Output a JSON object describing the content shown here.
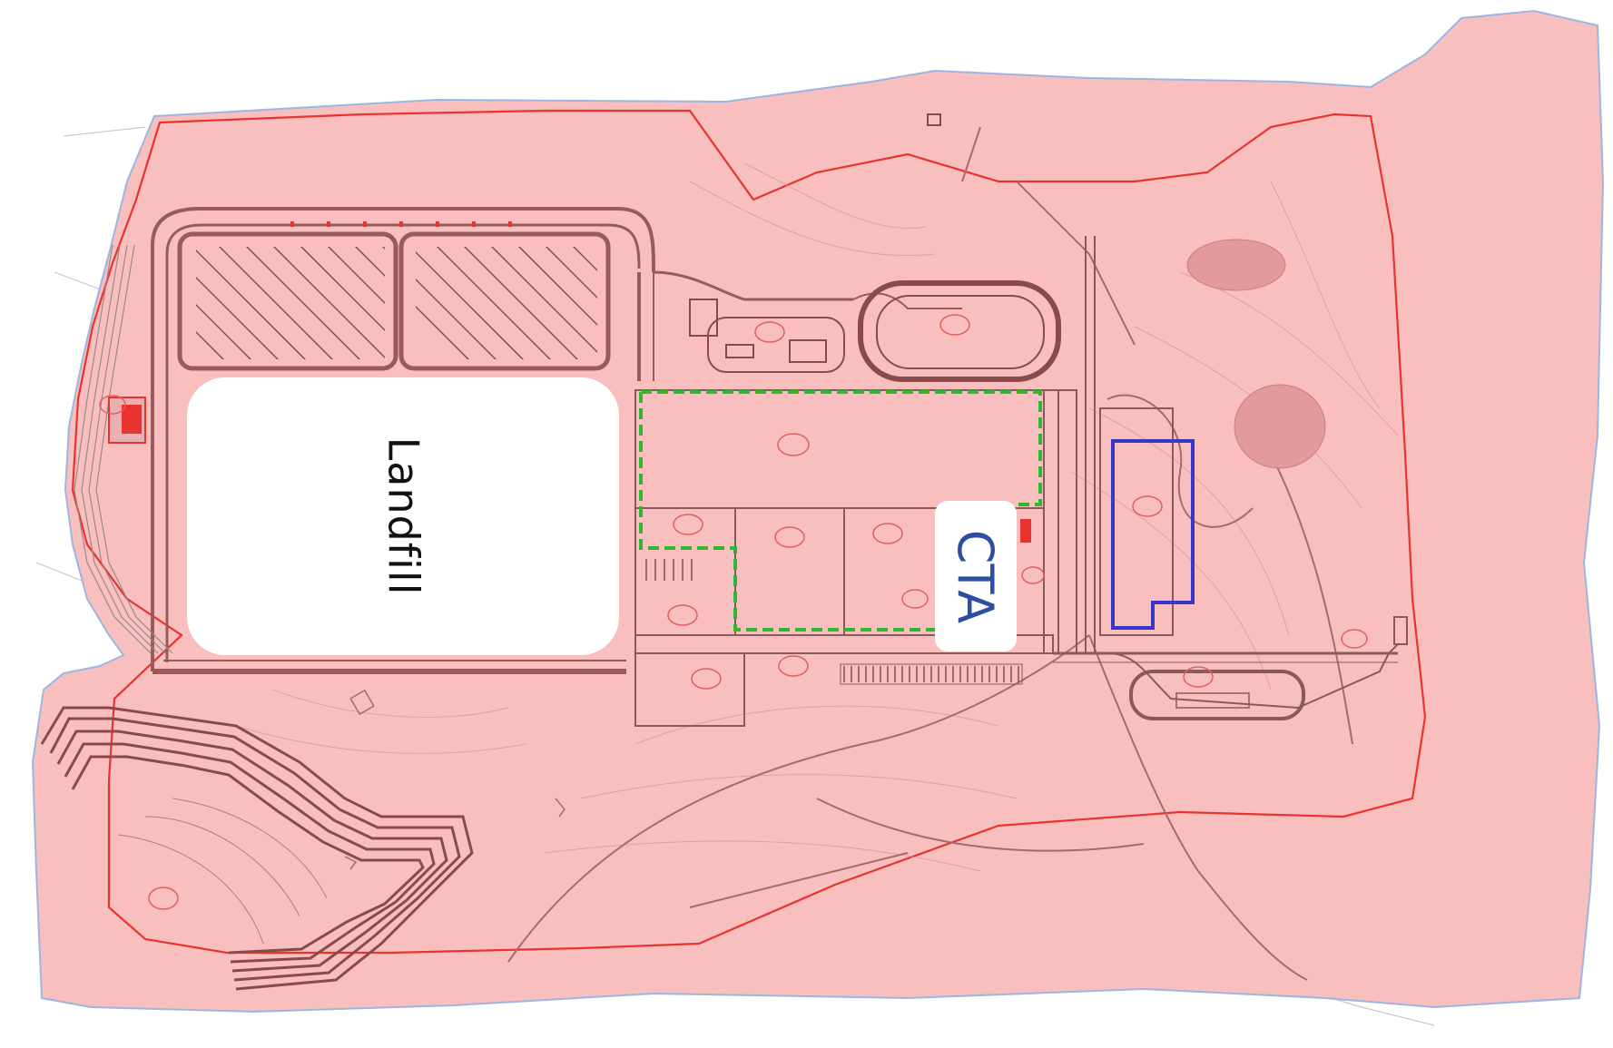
{
  "map": {
    "labels": {
      "landfill": "Landfill",
      "cta": "CTA"
    },
    "colors": {
      "site_fill": "#f9bfbf",
      "site_outline": "#9bb6e0",
      "boundary": "#e8332f",
      "lines": "#b77a7a",
      "roads": "#9a5a5a",
      "hatch": "#8a4a4a",
      "green_zone": "#2fb82f",
      "blue_zone": "#3a36c8",
      "cta_text": "#2d4f9f",
      "landfill_text": "#111111",
      "markers": "#e06060",
      "background": "#ffffff"
    },
    "icons": [
      "circled-number-marker"
    ]
  }
}
